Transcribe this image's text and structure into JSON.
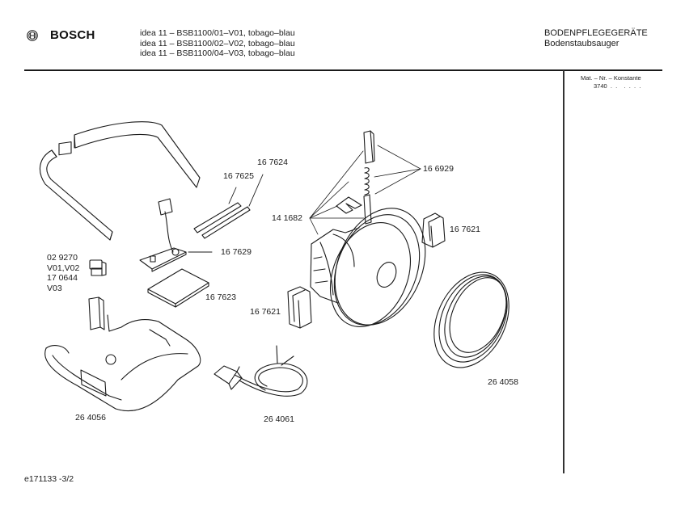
{
  "header": {
    "brand": "BOSCH",
    "logo_icon": "bosch-armature-icon",
    "models": [
      "idea 11 – BSB1100/01–V01, tobago–blau",
      "idea 11 – BSB1100/02–V02, tobago–blau",
      "idea 11 – BSB1100/04–V03, tobago–blau"
    ],
    "category": "BODENPFLEGEGERÄTE",
    "subcategory": "Bodenstaubsauger"
  },
  "sidebar": {
    "mat_label": "Mat. – Nr. – Konstante",
    "mat_value": "3740  .  .    .  .  .  ."
  },
  "parts": {
    "handle_rod_a": "16 7625",
    "handle_rod_b": "16 7624",
    "brush_set": "16 6929",
    "motor_kit": "14 1682",
    "motor_mount_right": "16 7621",
    "motor_mount_left": "16 7621",
    "circuit_board": "16 7629",
    "board_cover": "16 7623",
    "switch": [
      "02 9270",
      "V01,V02",
      "17 0644",
      "V03"
    ],
    "chassis": "26 4056",
    "power_cord": "26 4061",
    "seal_ring": "26 4058"
  },
  "footer": {
    "doc_id": "e171133 -3/2"
  }
}
